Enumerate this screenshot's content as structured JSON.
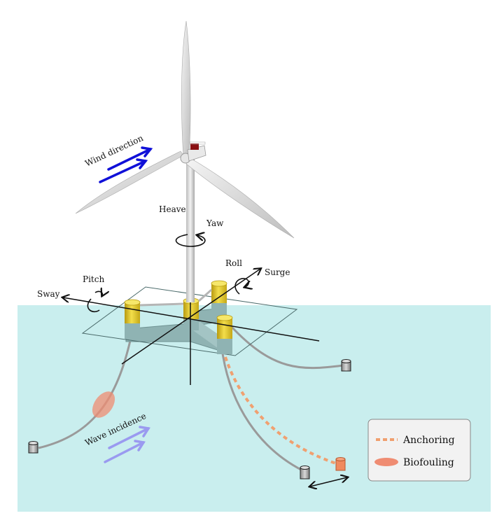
{
  "labels": {
    "wind_direction": "Wind direction",
    "wave_incidence": "Wave incidence",
    "heave": "Heave",
    "yaw": "Yaw",
    "roll": "Roll",
    "surge": "Surge",
    "pitch": "Pitch",
    "sway": "Sway"
  },
  "legend": {
    "anchoring": "Anchoring",
    "biofouling": "Biofouling"
  },
  "colors": {
    "sea": "#c9eeee",
    "wind_arrow": "#1010d8",
    "wave_arrow": "#9a9af0",
    "anchoring": "#f0a070",
    "biofouling": "#ef8c72",
    "column": "#e4cc2a",
    "pontoon": "#8fb3b3",
    "mooring": "#9a9a9a"
  }
}
